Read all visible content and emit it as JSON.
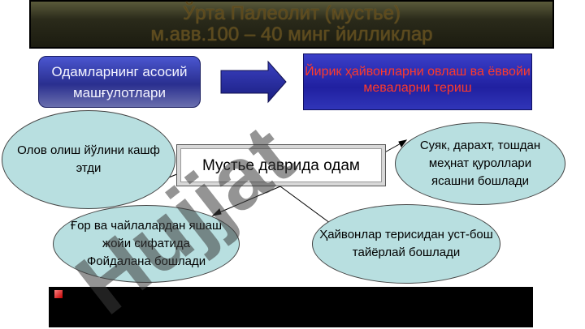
{
  "title": {
    "line1": "Ўрта Палеолит (мустье)",
    "line2": "м.авв.100 – 40 минг йилликлар"
  },
  "main_activities": "Одамларнинг асосий машғулотлари",
  "activity_result": "Йирик ҳайвонларни овлаш ва ёввойи меваларни териш",
  "center": "Мустье даврида одам",
  "nodes": {
    "fire": "Олов олиш йўлини кашф этди",
    "tools": "Суяк, дарахт, тошдан меҳнат қуроллари ясашни бошлади",
    "caves": "Ғор ва чайлалардан яшаш жойи сифатида Фойдалана бошлади",
    "clothes": "Ҳайвонлар терисидан уст-бош тайёрлай бошлади"
  },
  "watermark": "Hujjat",
  "colors": {
    "blue_box": "#2a2f8f",
    "red_text": "#ff3a2a",
    "ellipse_fill": "#b8dfe0",
    "bottom_bar": "#000000"
  }
}
